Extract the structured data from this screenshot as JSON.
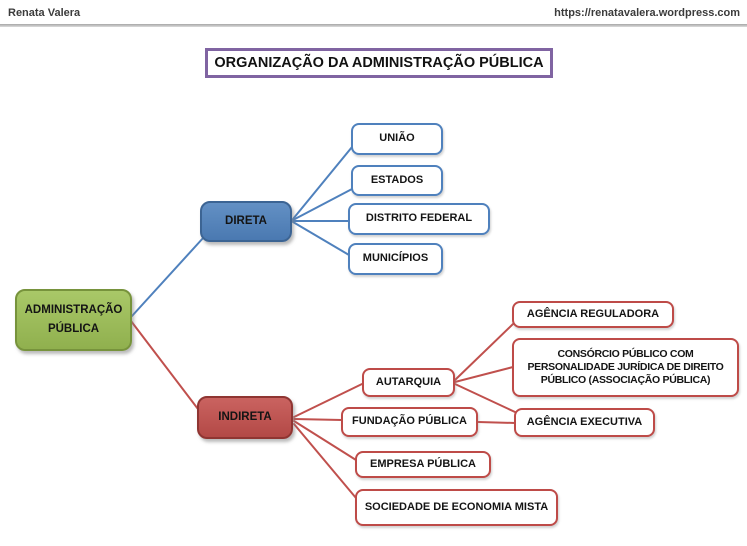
{
  "page": {
    "author": "Renata Valera",
    "url": "https://renatavalera.wordpress.com"
  },
  "title": "ORGANIZAÇÃO DA ADMINISTRAÇÃO PÚBLICA",
  "colors": {
    "title_border": "#8064A2",
    "blue": "#4F81BD",
    "blue_dark": "#385D8A",
    "green": "#9BBB59",
    "green_dark": "#77933C",
    "red": "#C0504D",
    "red_dark": "#943634",
    "text": "#141414",
    "header_text": "#3B3B3B",
    "divider": "#A6A6A6"
  },
  "nodes": {
    "root": {
      "label": "ADMINISTRAÇÃO PÚBLICA"
    },
    "direta": {
      "label": "DIRETA"
    },
    "uniao": {
      "label": "UNIÃO"
    },
    "estados": {
      "label": "ESTADOS"
    },
    "distrito_federal": {
      "label": "DISTRITO FEDERAL"
    },
    "municipios": {
      "label": "MUNICÍPIOS"
    },
    "indireta": {
      "label": "INDIRETA"
    },
    "autarquia": {
      "label": "AUTARQUIA"
    },
    "fundacao_publica": {
      "label": "FUNDAÇÃO PÚBLICA"
    },
    "empresa_publica": {
      "label": "EMPRESA PÚBLICA"
    },
    "sociedade": {
      "label": "SOCIEDADE DE ECONOMIA MISTA"
    },
    "agencia_reguladora": {
      "label": "AGÊNCIA REGULADORA"
    },
    "consorcio": {
      "label": "CONSÓRCIO PÚBLICO COM PERSONALIDADE JURÍDICA DE DIREITO PÚBLICO (ASSOCIAÇÃO PÚBLICA)"
    },
    "agencia_executiva": {
      "label": "AGÊNCIA EXECUTIVA"
    }
  },
  "edges": [
    {
      "from": "root",
      "to": "direta",
      "color": "blue"
    },
    {
      "from": "direta",
      "to": "uniao",
      "color": "blue"
    },
    {
      "from": "direta",
      "to": "estados",
      "color": "blue"
    },
    {
      "from": "direta",
      "to": "distrito_federal",
      "color": "blue"
    },
    {
      "from": "direta",
      "to": "municipios",
      "color": "blue"
    },
    {
      "from": "root",
      "to": "indireta",
      "color": "red"
    },
    {
      "from": "indireta",
      "to": "autarquia",
      "color": "red"
    },
    {
      "from": "indireta",
      "to": "fundacao_publica",
      "color": "red"
    },
    {
      "from": "indireta",
      "to": "empresa_publica",
      "color": "red"
    },
    {
      "from": "indireta",
      "to": "sociedade",
      "color": "red"
    },
    {
      "from": "autarquia",
      "to": "agencia_reguladora",
      "color": "red"
    },
    {
      "from": "autarquia",
      "to": "consorcio",
      "color": "red"
    },
    {
      "from": "autarquia",
      "to": "agencia_executiva",
      "color": "red"
    },
    {
      "from": "fundacao_publica",
      "to": "agencia_executiva",
      "color": "red"
    }
  ]
}
